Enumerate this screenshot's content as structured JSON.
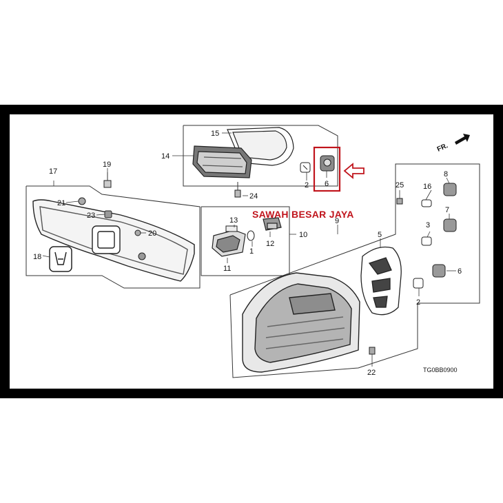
{
  "diagram": {
    "callouts": {
      "c1": "1",
      "c2a": "2",
      "c2b": "2",
      "c3": "3",
      "c5": "5",
      "c6a": "6",
      "c6b": "6",
      "c7": "7",
      "c8": "8",
      "c9": "9",
      "c10": "10",
      "c11": "11",
      "c12": "12",
      "c13": "13",
      "c14": "14",
      "c15": "15",
      "c16": "16",
      "c17": "17",
      "c18": "18",
      "c19": "19",
      "c20": "20",
      "c21": "21",
      "c22": "22",
      "c23": "23",
      "c24": "24",
      "c25": "25"
    },
    "watermark": "SAWAH BESAR JAYA",
    "drawing_code": "TG0BB0900",
    "direction_label": "FR.",
    "highlight_color": "#c0141c"
  }
}
